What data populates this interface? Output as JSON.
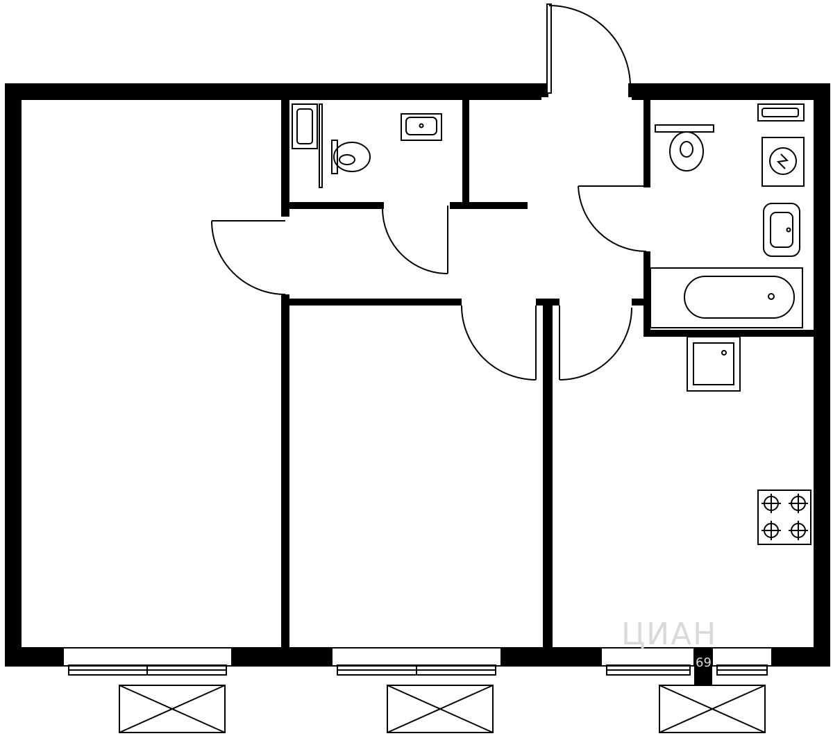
{
  "floor_plan": {
    "rooms": [
      {
        "name": "room-left"
      },
      {
        "name": "room-middle"
      },
      {
        "name": "kitchen-room"
      },
      {
        "name": "hallway"
      },
      {
        "name": "toilet-room"
      },
      {
        "name": "bathroom"
      }
    ],
    "fixtures": [
      "toilet-left",
      "sink-left",
      "shower-left",
      "toilet-right",
      "washing-machine",
      "sink-right",
      "bathtub",
      "kitchen-sink",
      "stove"
    ]
  },
  "watermark": {
    "brand": "ЦИАН",
    "fragment": "69"
  },
  "colors": {
    "wall": "#000000",
    "background": "#ffffff",
    "watermark": "#d9d9d9"
  }
}
